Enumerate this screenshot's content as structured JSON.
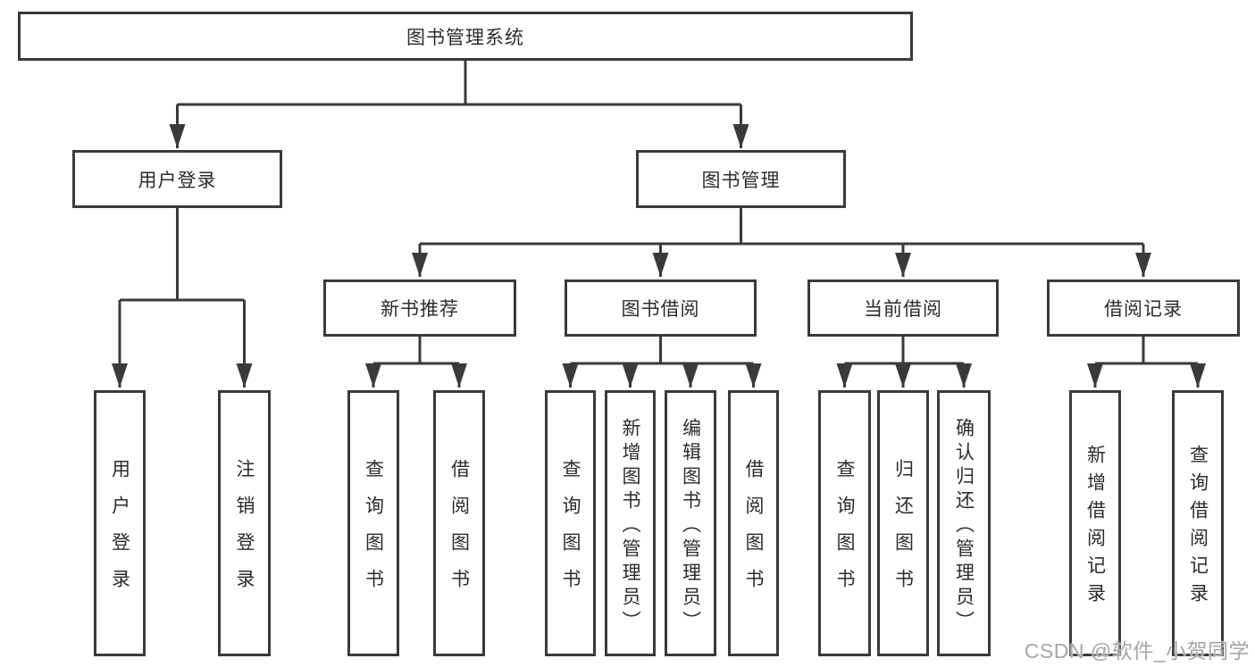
{
  "root": {
    "label": "图书管理系统",
    "children": [
      {
        "label": "用户登录",
        "children": [
          {
            "label": "用户登录"
          },
          {
            "label": "注销登录"
          }
        ]
      },
      {
        "label": "图书管理",
        "children": [
          {
            "label": "新书推荐",
            "children": [
              {
                "label": "查询图书"
              },
              {
                "label": "借阅图书"
              }
            ]
          },
          {
            "label": "图书借阅",
            "children": [
              {
                "label": "查询图书"
              },
              {
                "label": "新增图书（管理员）"
              },
              {
                "label": "编辑图书（管理员）"
              },
              {
                "label": "借阅图书"
              }
            ]
          },
          {
            "label": "当前借阅",
            "children": [
              {
                "label": "查询图书"
              },
              {
                "label": "归还图书"
              },
              {
                "label": "确认归还（管理员）"
              }
            ]
          },
          {
            "label": "借阅记录",
            "children": [
              {
                "label": "新增借阅记录"
              },
              {
                "label": "查询借阅记录"
              }
            ]
          }
        ]
      }
    ]
  },
  "watermark": {
    "text": "CSDN @软件_小贺同学"
  },
  "colors": {
    "line": "#3a3a3a",
    "border": "#3a3a3a",
    "text": "#2c2c2c",
    "watermark_text": "#a6a6a6",
    "background": "#ffffff"
  }
}
